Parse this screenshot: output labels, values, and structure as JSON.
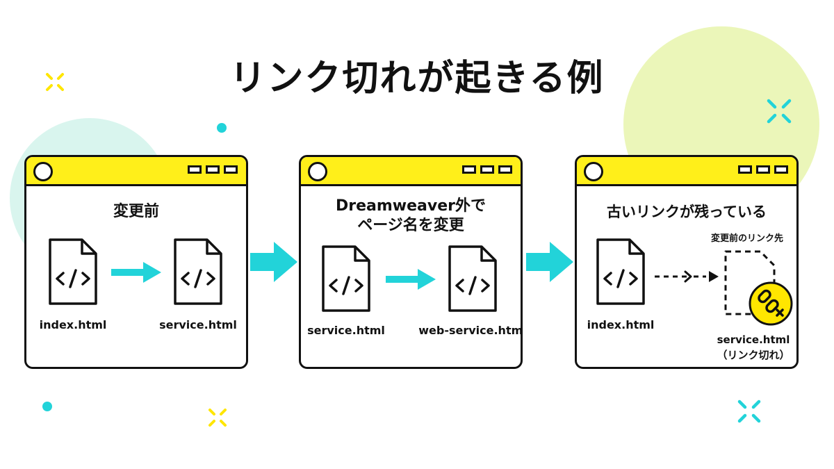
{
  "title": "リンク切れが起きる例",
  "colors": {
    "accent_yellow": "#ffef1a",
    "accent_cyan": "#22d3d9",
    "bg_circle_cyan": "#d7f5ef",
    "bg_circle_lime": "#eaf6b8",
    "ink": "#111111"
  },
  "panels": [
    {
      "heading_lines": [
        "変更前"
      ],
      "files": [
        "index.html",
        "service.html"
      ]
    },
    {
      "heading_lines": [
        "Dreamweaver外で",
        "ページ名を変更"
      ],
      "files": [
        "service.html",
        "web-service.html"
      ]
    },
    {
      "heading_lines": [
        "古いリンクが残っている"
      ],
      "files": [
        "index.html"
      ],
      "target_caption": "変更前のリンク先",
      "broken_file": "service.html",
      "broken_note": "（リンク切れ）"
    }
  ],
  "icons": {
    "file": "code-file-icon",
    "broken_link": "broken-link-icon",
    "arrow": "arrow-right-icon"
  }
}
